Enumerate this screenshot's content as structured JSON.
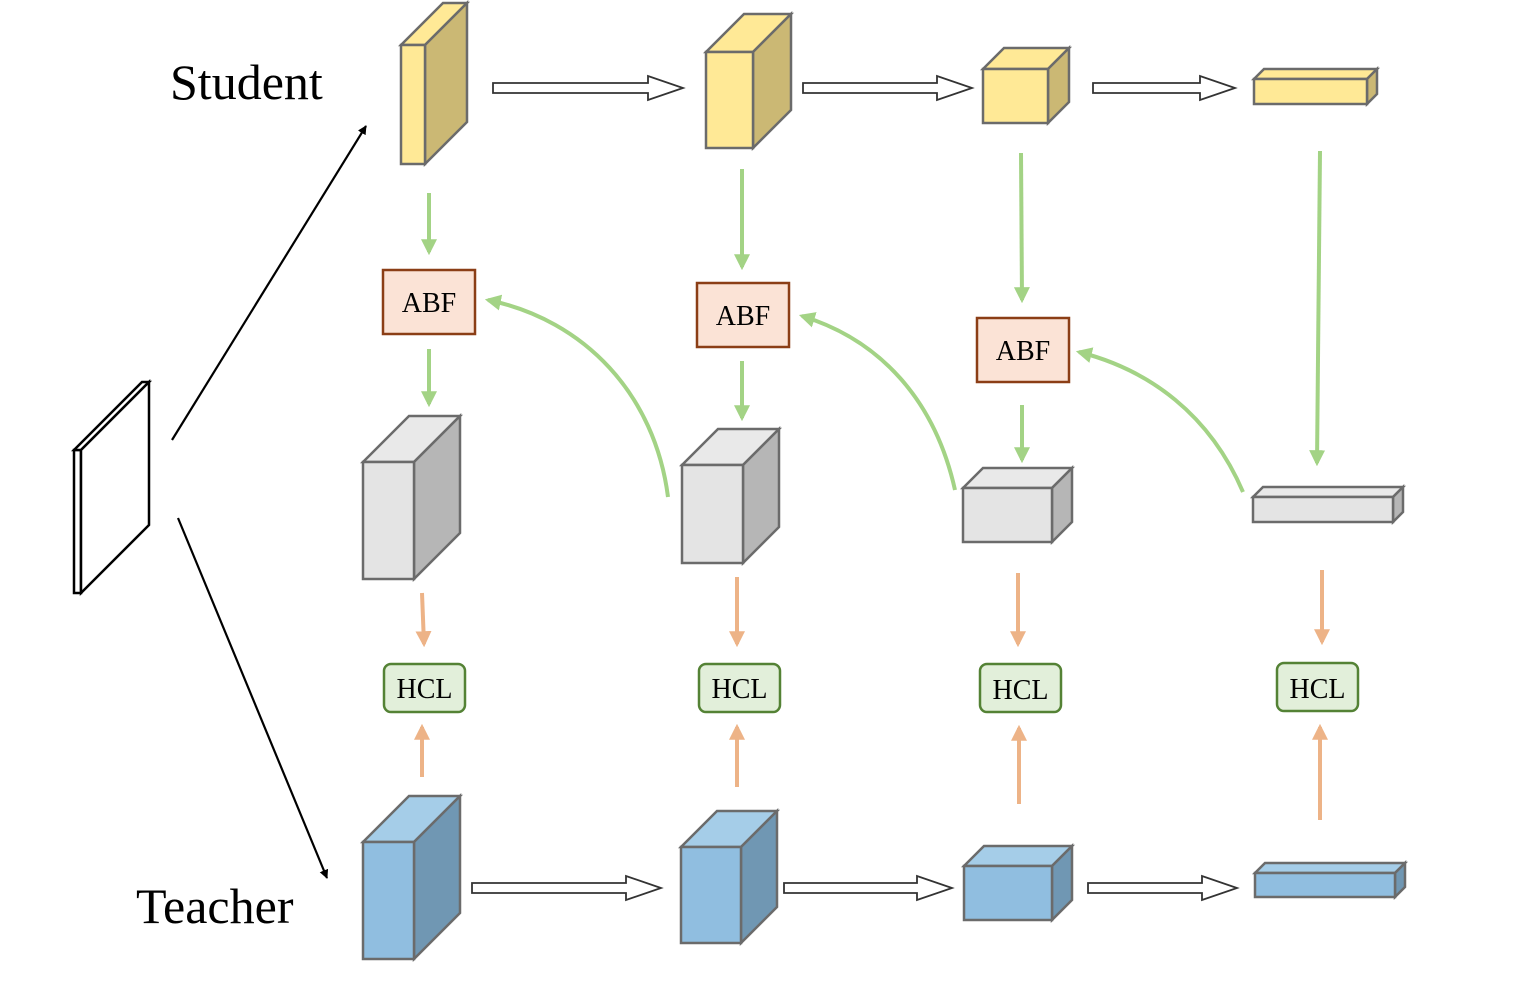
{
  "labels": {
    "student": "Student",
    "teacher": "Teacher"
  },
  "modules": {
    "abf": "ABF",
    "hcl": "HCL"
  },
  "colors": {
    "student_front": "#FFE996",
    "student_side": "#CBB874",
    "student_top": "#FFE996",
    "teacher_front": "#90BEE0",
    "teacher_side": "#7097B3",
    "teacher_top": "#A5CDE8",
    "fused_front": "#E4E4E4",
    "fused_side": "#B6B6B6",
    "fused_top": "#E9E9E9",
    "abf_fill": "#FBE3D6",
    "abf_border": "#8B3E16",
    "hcl_fill": "#E2EFDA",
    "hcl_border": "#548235",
    "green_arrow": "#A3D385",
    "orange_arrow": "#EDB387"
  },
  "stages": [
    {
      "abf": "ABF",
      "hcl": "HCL"
    },
    {
      "abf": "ABF",
      "hcl": "HCL"
    },
    {
      "abf": "ABF",
      "hcl": "HCL"
    },
    {
      "abf": "",
      "hcl": "HCL"
    }
  ]
}
